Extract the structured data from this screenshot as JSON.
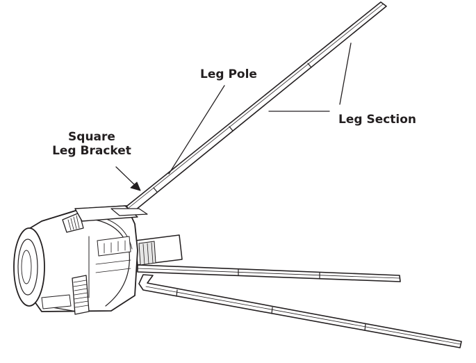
{
  "labels": {
    "leg_pole": "Leg Pole",
    "leg_section": "Leg Section",
    "square_leg_bracket_line1": "Square",
    "square_leg_bracket_line2": "Leg Bracket"
  },
  "colors": {
    "line": "#231f20",
    "background": "#ffffff",
    "part_fill": "#ffffff",
    "shade": "#e6e6e6"
  }
}
